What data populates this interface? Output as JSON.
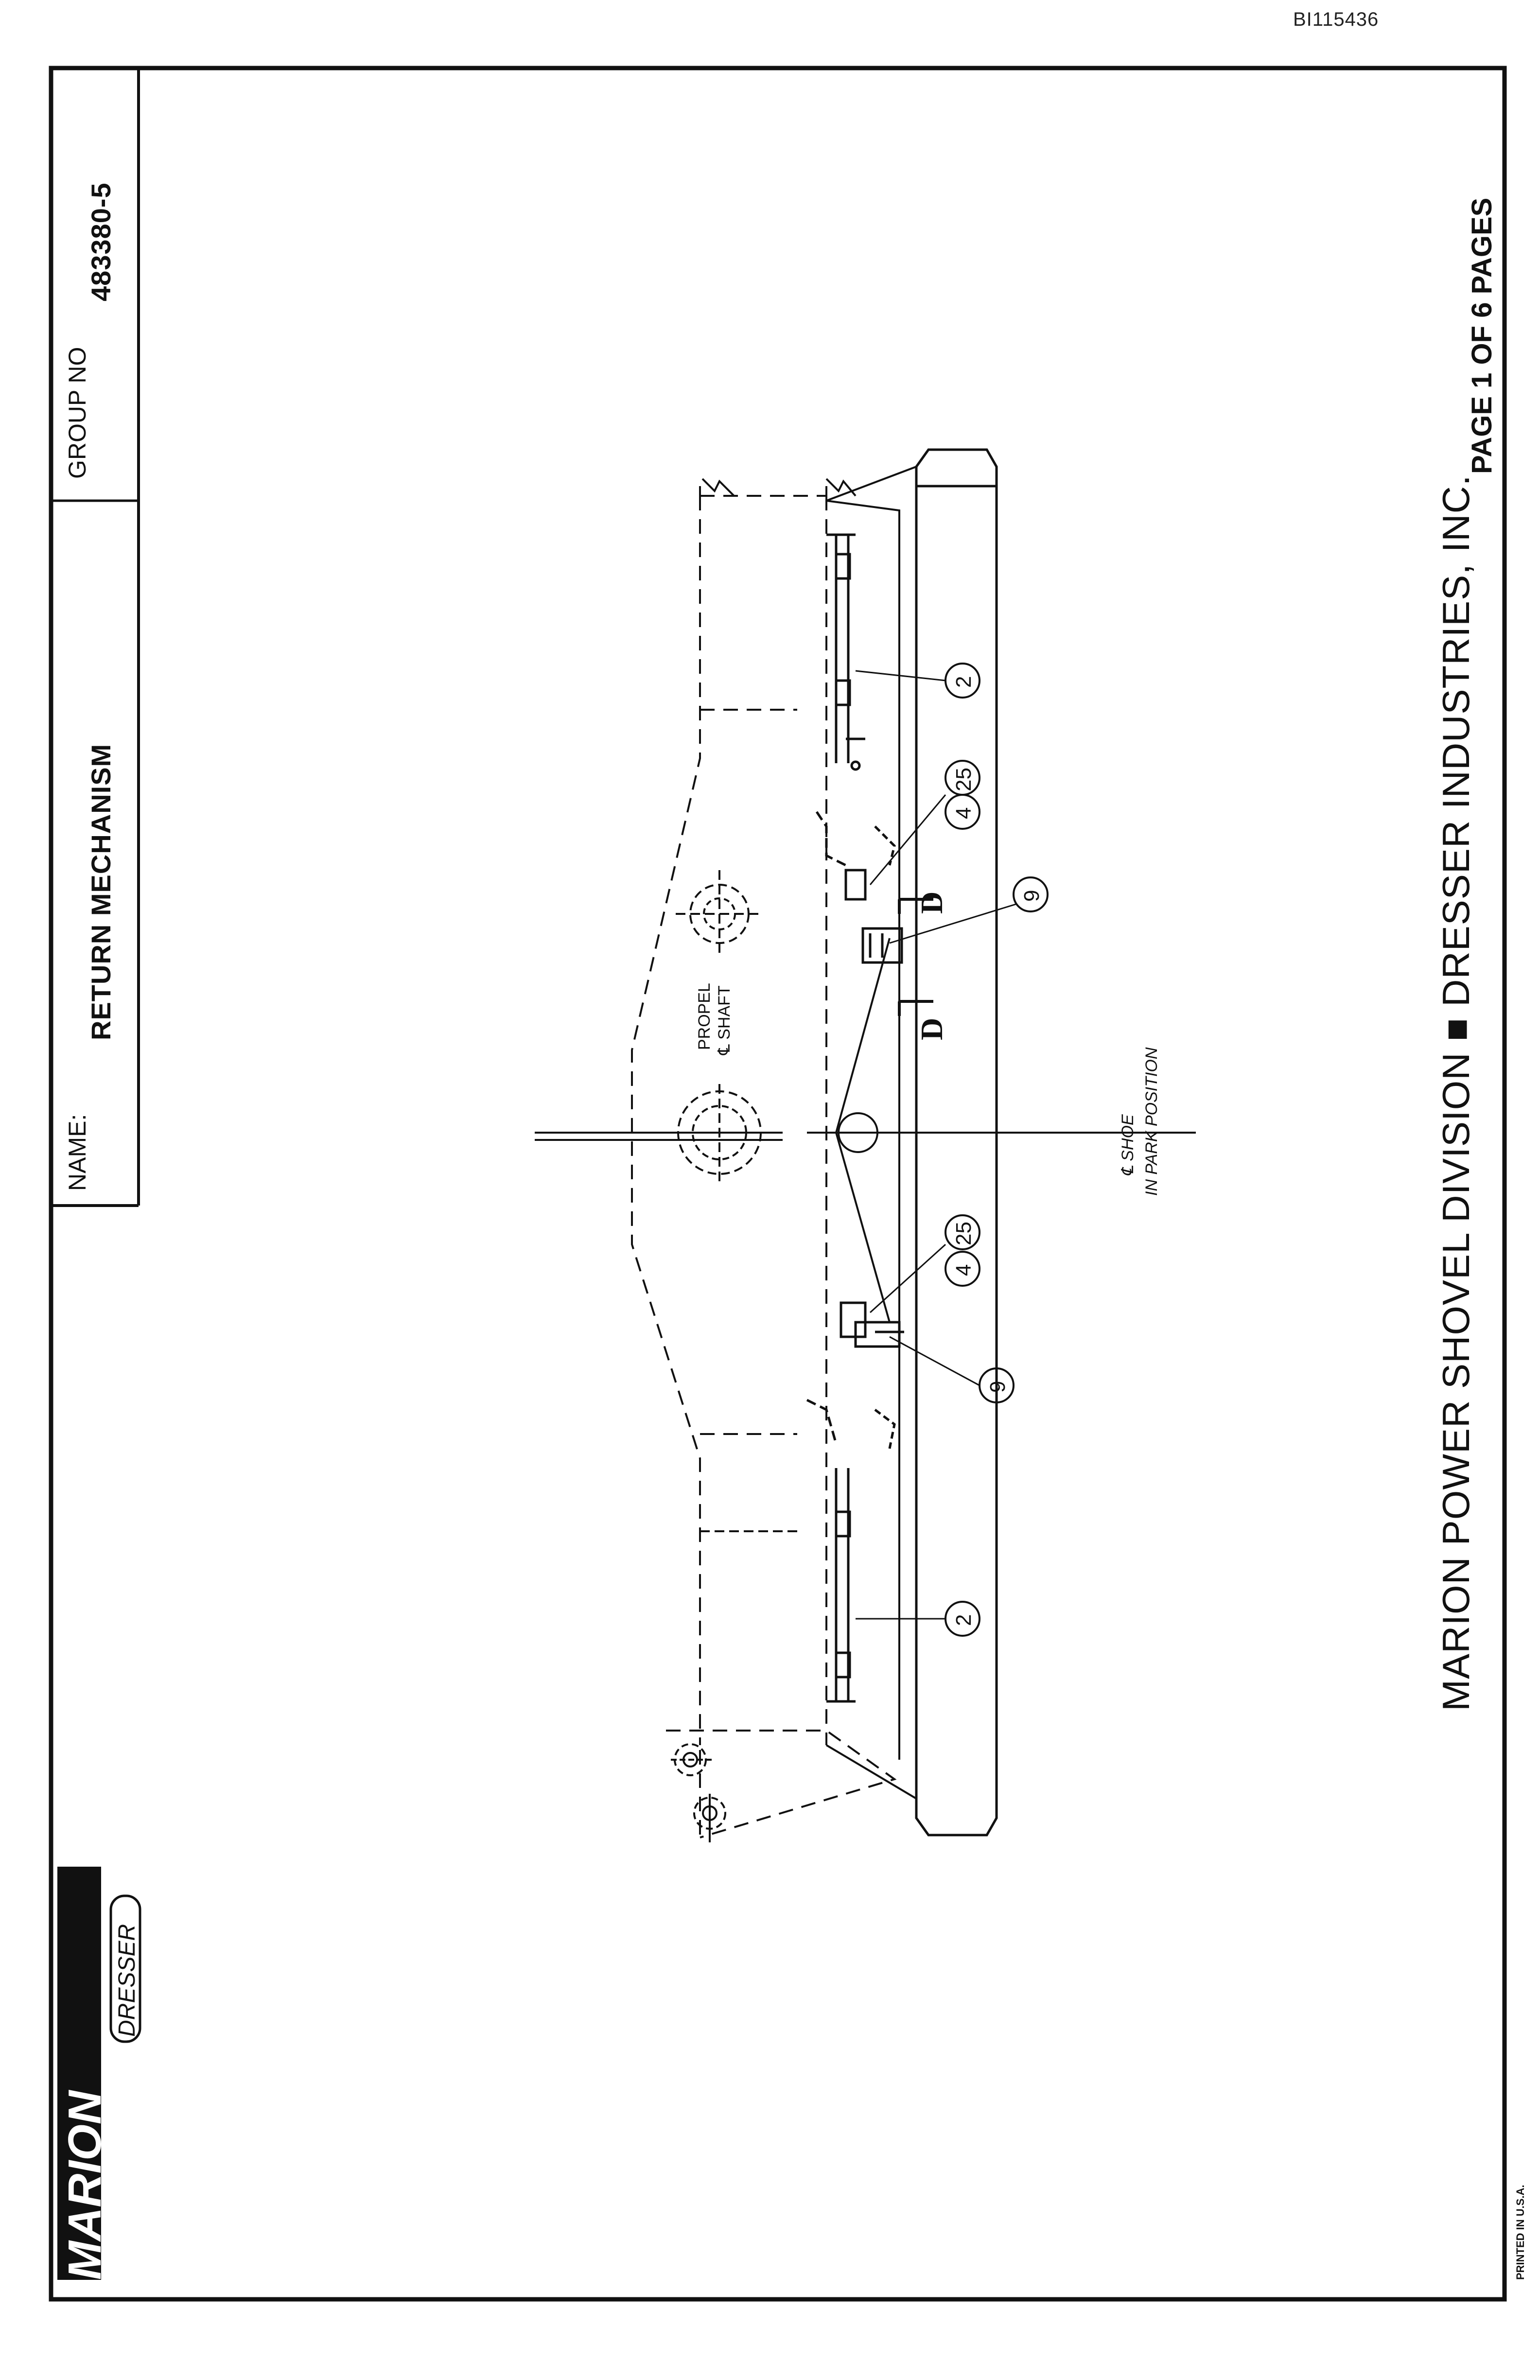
{
  "document": {
    "id": "BI115436",
    "title_block": {
      "name_label": "NAME:",
      "name_value": "RETURN MECHANISM",
      "group_label": "GROUP NO",
      "group_value": "483380-5"
    },
    "footer": {
      "company": "MARION POWER SHOVEL DIVISION ■ DRESSER INDUSTRIES, INC.",
      "page": "PAGE 1 OF 6 PAGES",
      "printed": "PRINTED IN U.S.A."
    },
    "logo": {
      "primary": "MARION",
      "secondary": "DRESSER"
    }
  },
  "diagram": {
    "labels": {
      "propel": "PROPEL",
      "shaft": "℄ SHAFT",
      "shoe": "℄ SHOE",
      "park_position": "IN PARK POSITION",
      "section_letter": "D"
    },
    "balloons": [
      "2",
      "25",
      "4",
      "9",
      "2",
      "25",
      "4",
      "9"
    ]
  }
}
